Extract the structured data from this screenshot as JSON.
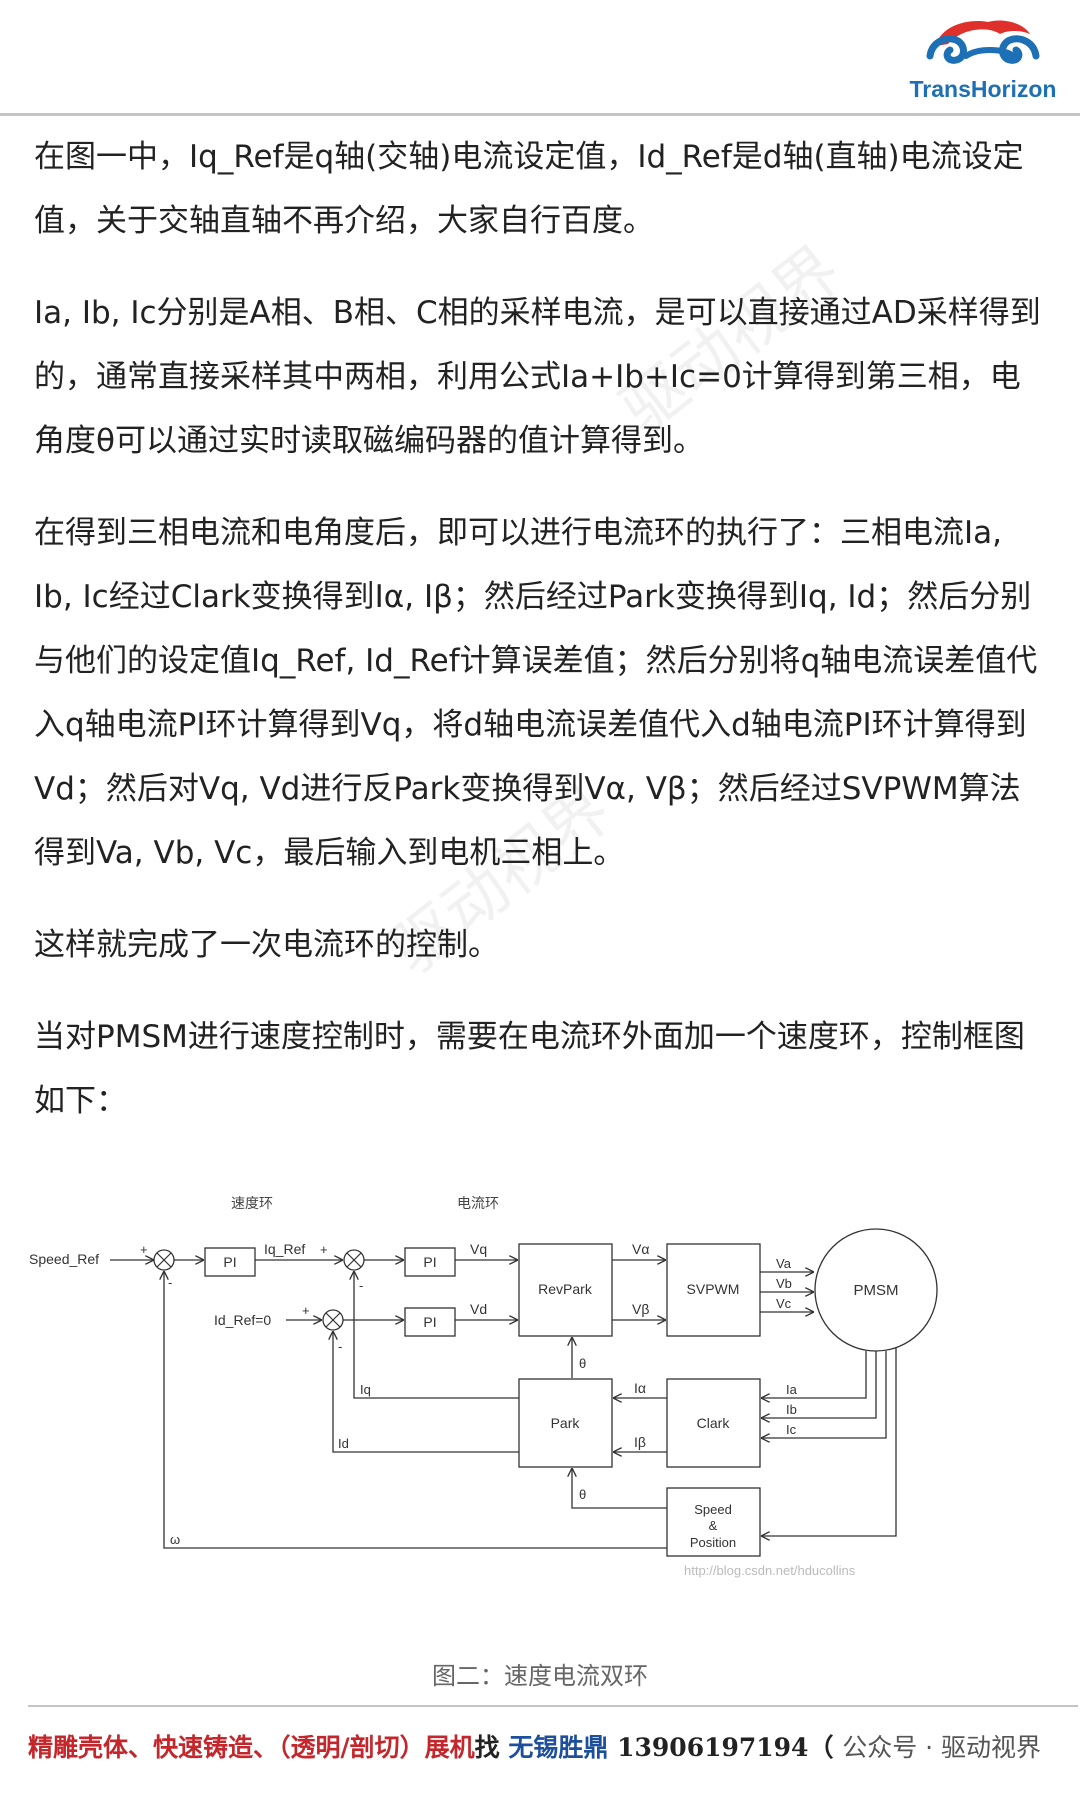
{
  "header": {
    "logo_text": "TransHorizon",
    "logo_colors": {
      "red": "#e0302c",
      "blue": "#1d6fb6"
    }
  },
  "watermark": {
    "text": "驱动视界"
  },
  "paragraphs": [
    "在图一中，Iq_Ref是q轴(交轴)电流设定值，Id_Ref是d轴(直轴)电流设定值，关于交轴直轴不再介绍，大家自行百度。",
    "Ia, Ib, Ic分别是A相、B相、C相的采样电流，是可以直接通过AD采样得到的，通常直接采样其中两相，利用公式Ia+Ib+Ic=0计算得到第三相，电角度θ可以通过实时读取磁编码器的值计算得到。",
    "在得到三相电流和电角度后，即可以进行电流环的执行了：三相电流Ia, Ib, Ic经过Clark变换得到Iα, Iβ；然后经过Park变换得到Iq, Id；然后分别与他们的设定值Iq_Ref, Id_Ref计算误差值；然后分别将q轴电流误差值代入q轴电流PI环计算得到Vq，将d轴电流误差值代入d轴电流PI环计算得到Vd；然后对Vq, Vd进行反Park变换得到Vα, Vβ；然后经过SVPWM算法得到Va, Vb, Vc，最后输入到电机三相上。",
    "这样就完成了一次电流环的控制。",
    "当对PMSM进行速度控制时，需要在电流环外面加一个速度环，控制框图如下："
  ],
  "diagram": {
    "labels": {
      "speed_loop": "速度环",
      "current_loop": "电流环",
      "speed_ref": "Speed_Ref",
      "iq_ref": "Iq_Ref",
      "id_ref": "Id_Ref=0",
      "plus": "+",
      "minus": "-",
      "pi": "PI",
      "vq": "Vq",
      "vd": "Vd",
      "v_alpha": "Vα",
      "v_beta": "Vβ",
      "revpark": "RevPark",
      "svpwm": "SVPWM",
      "va": "Va",
      "vb": "Vb",
      "vc": "Vc",
      "pmsm": "PMSM",
      "theta": "θ",
      "i_alpha": "Iα",
      "i_beta": "Iβ",
      "park": "Park",
      "clark": "Clark",
      "ia": "Ia",
      "ib": "Ib",
      "ic": "Ic",
      "iq": "Iq",
      "id": "Id",
      "omega": "ω",
      "speed": "Speed",
      "amp": "&",
      "position": "Position",
      "url": "http://blog.csdn.net/hducollins"
    },
    "caption": "图二：速度电流双环"
  },
  "footer": {
    "part1": "精雕壳体、快速铸造、（透明/剖切）展机",
    "find": "找",
    "company": "无锡胜鼎",
    "phone": "13906197194（",
    "wechat": "公众号 · 驱动视界"
  }
}
